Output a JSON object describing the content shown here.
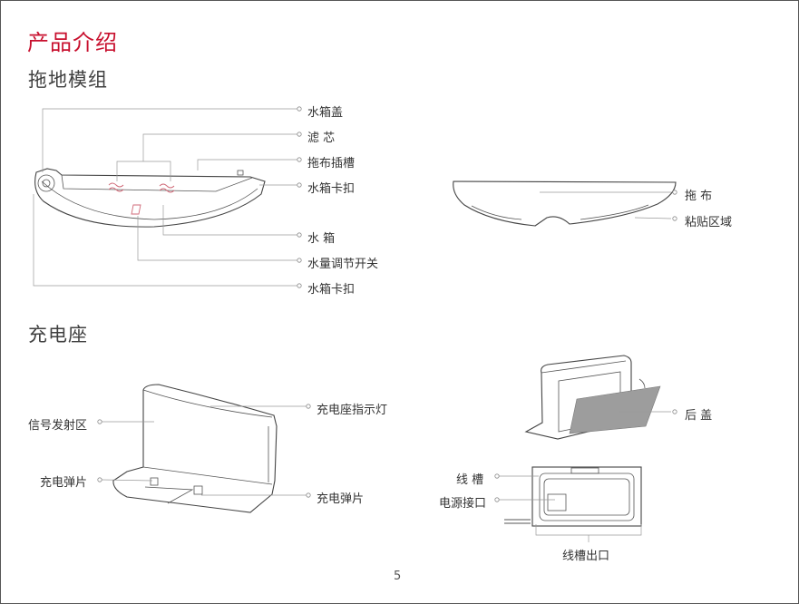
{
  "page": {
    "title": "产品介绍",
    "page_number": "5"
  },
  "mop_module": {
    "heading": "拖地模组",
    "labels": {
      "water_tank_lid": "水箱盖",
      "filter": "滤 芯",
      "mop_slot": "拖布插槽",
      "tank_clip_right": "水箱卡扣",
      "water_tank": "水 箱",
      "flow_switch": "水量调节开关",
      "tank_clip_bottom": "水箱卡扣",
      "mop_cloth": "拖 布",
      "adhesive_area": "粘贴区域"
    }
  },
  "charging_dock": {
    "heading": "充电座",
    "labels": {
      "indicator": "充电座指示灯",
      "signal_area": "信号发射区",
      "contact_left": "充电弹片",
      "contact_right": "充电弹片",
      "back_cover": "后 盖",
      "cable_groove": "线 槽",
      "power_port": "电源接口",
      "cable_exit": "线槽出口"
    }
  }
}
